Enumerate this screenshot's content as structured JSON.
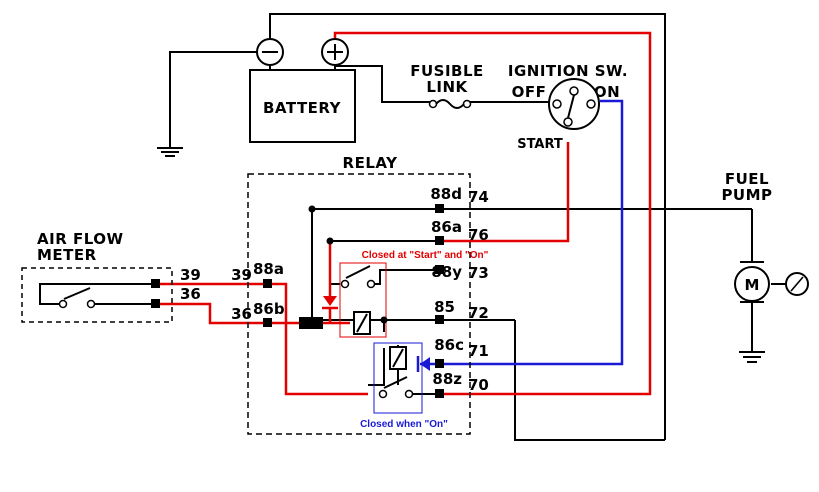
{
  "labels": {
    "fusible": "FUSIBLE",
    "link": "LINK",
    "ignition": "IGNITION SW.",
    "off": "OFF",
    "on": "ON",
    "start": "START",
    "battery": "BATTERY",
    "relay": "RELAY",
    "fuel": "FUEL",
    "pump": "PUMP",
    "air_flow": "AIR FLOW",
    "meter": "METER",
    "motor": "M"
  },
  "afm_pins": [
    "39",
    "36"
  ],
  "wire_numbers": [
    "39",
    "36"
  ],
  "relay_left_pins": [
    "88a",
    "86b"
  ],
  "relay_right_pins": [
    "88d",
    "86a",
    "88y",
    "85",
    "86c",
    "88z"
  ],
  "wire_codes": [
    "74",
    "76",
    "73",
    "72",
    "71",
    "70"
  ],
  "notes": {
    "red": "Closed at \"Start\" and \"On\"",
    "blue": "Closed when \"On\""
  },
  "colors": {
    "red_wire": "#e30000",
    "blue_wire": "#1a1ad6",
    "line": "#000000"
  }
}
